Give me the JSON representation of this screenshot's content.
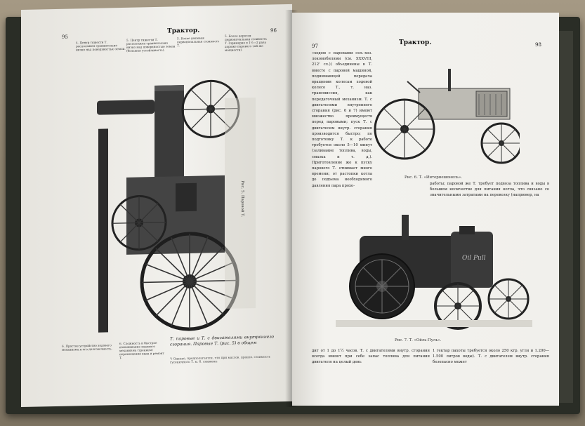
{
  "left_page": {
    "page_number": "95",
    "running_head": "Трактор.",
    "right_number": "96",
    "top_notes": [
      "4. Центр тяжести Т. расположен сравнительно низко над поверхностью земли.",
      "5. Центр тяжести Т. расположен сравнительно низко над поверхностью земли (большая устойчивость).",
      "5. Более дешевая первоначальная стоимость Т.",
      "5. Более дорогая первоначальная стоимость Т. (примерно в 1½—2 раза дороже парового той же мощности)."
    ],
    "figure_caption": "Рис. 5. Паровой Т.",
    "bottom_notes": [
      "6. Простое устройство ходового механизма и его долговечность.",
      "6. Сложность и быстрое изнашивание ходового механизма (трением) перемещения вида и ремонт Т."
    ],
    "bottom_text": "Т. паровые и Т. с двигателями внутреннего сгорания. Паровые Т. (рис. 5) в общем",
    "footnote": "¹) Однако, предполагается, что при массов. произв. стоимость гусеничного Т. м. б. снижена."
  },
  "right_page": {
    "page_number": "97",
    "running_head": "Трактор.",
    "right_number": "98",
    "top_text_left": "«ходом с паровыми сел.-хоз. локомобилями (см. XXXVIII, 212' сл.)) объединены в Т. вместе с паровой машиной, поднимающей передача вращения колесам ходовой колесо Т., т. наз. трансмиссия, как передаточный механизм. Т. с двигателями внутреннего сгорания (рис. 6 и 7) имеют множество преимуществ перед паровыми; пуск Т. с двигателем внутр. сгорания производится быстро; по подготовку Т. к работе требуется около 5—10 минут (заливание топлива, воды, смазка и т. д.). Приготовление же к пуску парового Т. отнимает много времени; от растопки котла до подъема необходимого давления пара прохо-",
    "top_text_right": "работы; паровой же Т. требует подвоза топлива и воды в большом количестве для питания котла, что связано со значительными затратами на перевозку (например, на",
    "figure6_caption": "Рис. 6. Т. «Интернешонель».",
    "figure7_caption": "Рис. 7. Т. «Ойль-Пуль».",
    "bottom_text_left": "дит от 1 до 1½ часов. Т. с двигателями внутр. сгорания всегда имеют при себе запас топлива для питания двигателя на целый день",
    "bottom_text_right": "1 гектар пахоты требуется около 250 кгр. угля и 1.200—1.500 литров воды). Т. с двигателем внутр. сгорания безопасно может"
  },
  "colors": {
    "paper": "#efeeea",
    "ink": "#222222",
    "cover": "#2a2d26",
    "table": "#8f846f"
  }
}
